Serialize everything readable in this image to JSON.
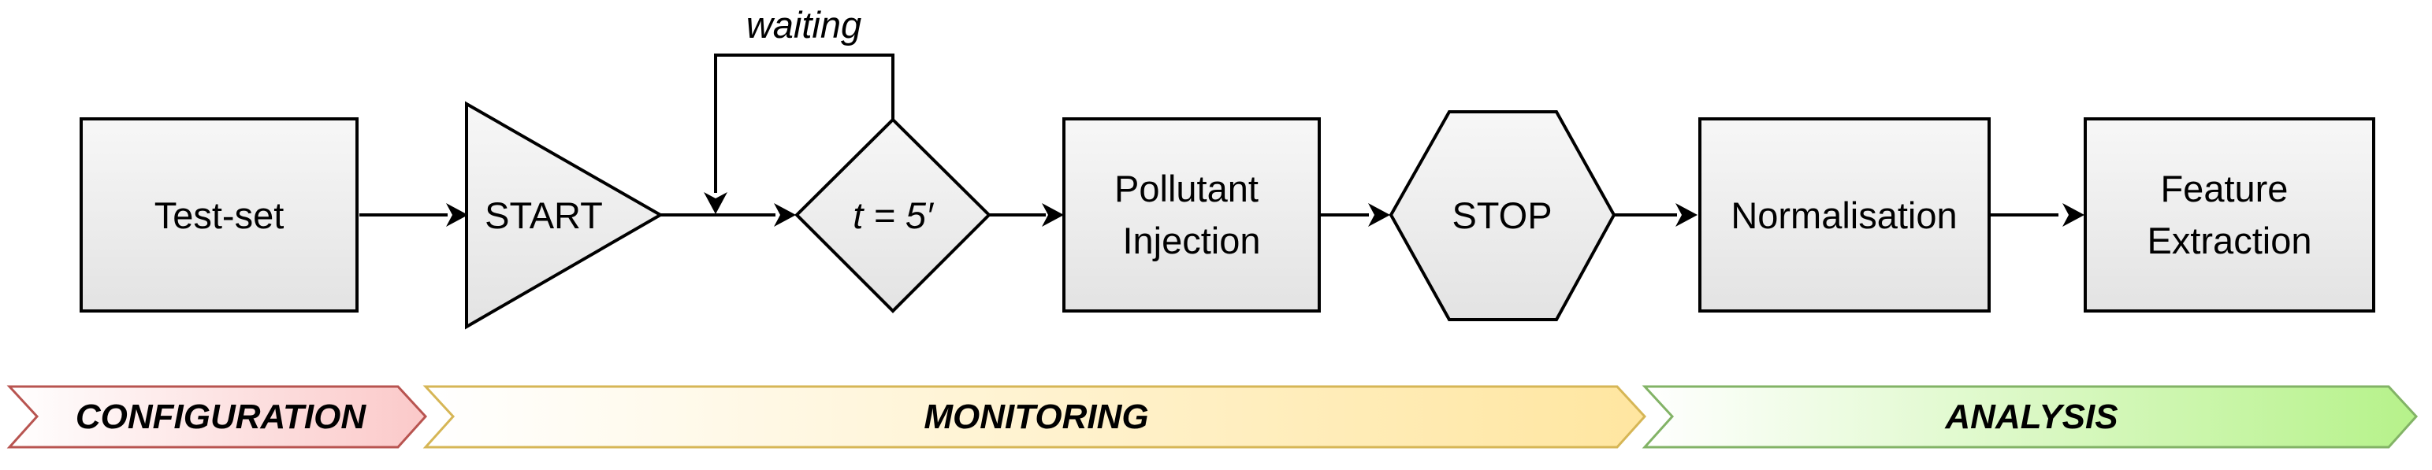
{
  "colors": {
    "node_fill_light": "#f7f7f7",
    "node_fill_dark": "#e3e3e3",
    "stroke": "#000000",
    "phase_config_fill": "#fbc9c9",
    "phase_config_stroke": "#b85450",
    "phase_monitoring_fill": "#ffe6a0",
    "phase_monitoring_stroke": "#d6b656",
    "phase_analysis_fill": "#b6f28a",
    "phase_analysis_stroke": "#82b366"
  },
  "nodes": {
    "test_set": "Test-set",
    "start": "START",
    "condition": "t = 5′",
    "pollutant_injection": [
      "Pollutant",
      "Injection"
    ],
    "stop": "STOP",
    "normalisation": "Normalisation",
    "feature_extraction": [
      "Feature",
      "Extraction"
    ]
  },
  "loop_label": "waiting",
  "phases": {
    "configuration": "CONFIGURATION",
    "monitoring": "MONITORING",
    "analysis": "ANALYSIS"
  }
}
